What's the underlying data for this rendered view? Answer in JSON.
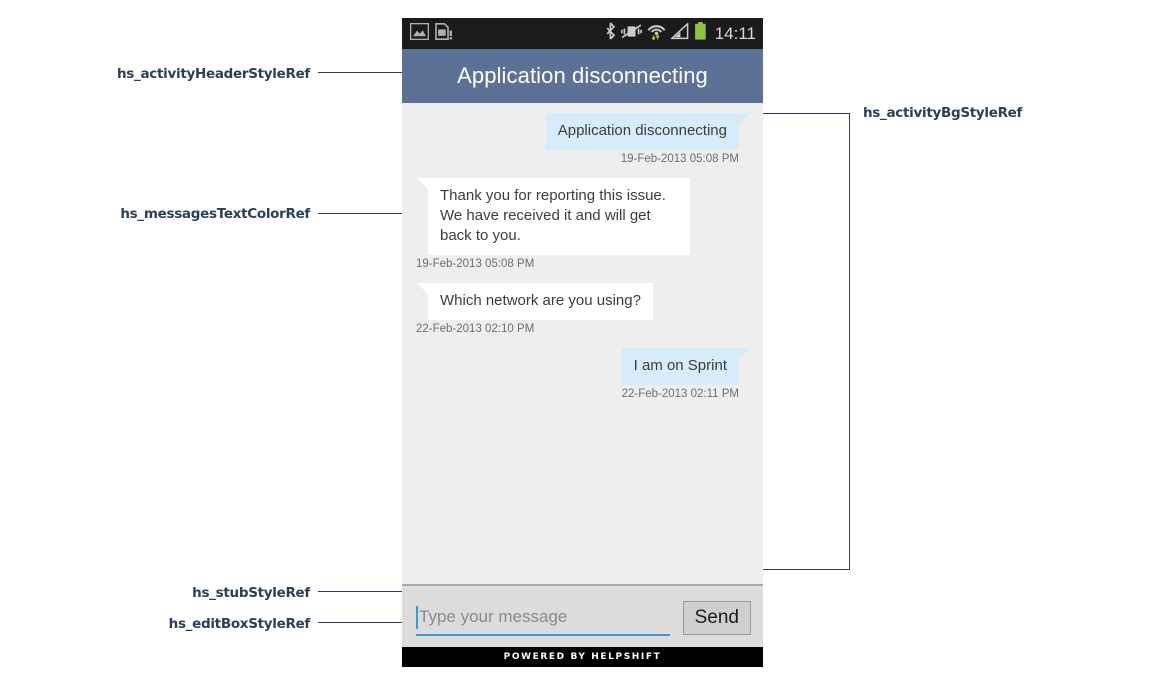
{
  "statusbar": {
    "left_icons": [
      {
        "name": "image-icon"
      },
      {
        "name": "sim-card-alert-icon"
      }
    ],
    "right_icons": [
      {
        "name": "bluetooth-icon"
      },
      {
        "name": "vibrate-off-icon"
      },
      {
        "name": "wifi-data-icon"
      },
      {
        "name": "cellular-signal-icon"
      },
      {
        "name": "battery-icon"
      }
    ],
    "clock": "14:11",
    "battery_color": "#8cc63e",
    "background": "#1b1b1b"
  },
  "header": {
    "title": "Application disconnecting",
    "background": "#5b7296",
    "text_color": "#ffffff"
  },
  "conversation": {
    "background": "#eeeeee",
    "outgoing_bubble_color": "#d6ecfa",
    "incoming_bubble_color": "#ffffff",
    "message_text_color": "#3c3c3c",
    "timestamp_color": "#6e6e6e",
    "messages": [
      {
        "direction": "out",
        "text": "Application disconnecting",
        "timestamp": "19-Feb-2013 05:08 PM"
      },
      {
        "direction": "in",
        "text": "Thank you for reporting this issue. We have received it and will get back to you.",
        "timestamp": "19-Feb-2013 05:08 PM"
      },
      {
        "direction": "in",
        "text": "Which network are you using?",
        "timestamp": "22-Feb-2013 02:10 PM"
      },
      {
        "direction": "out",
        "text": "I am on Sprint",
        "timestamp": "22-Feb-2013 02:11 PM"
      }
    ]
  },
  "composer": {
    "input_value": "",
    "input_placeholder": "Type your message",
    "send_label": "Send",
    "accent_color": "#3a9ad9",
    "bar_background": "#dcdcdc"
  },
  "footer": {
    "text": "POWERED BY HELPSHIFT",
    "background": "#000000"
  },
  "annotations": {
    "color": "#2b3f56",
    "left": [
      {
        "label": "hs_activityHeaderStyleRef"
      },
      {
        "label": "hs_messagesTextColorRef"
      },
      {
        "label": "hs_stubStyleRef"
      },
      {
        "label": "hs_editBoxStyleRef"
      }
    ],
    "right": [
      {
        "label": "hs_activityBgStyleRef"
      }
    ]
  }
}
